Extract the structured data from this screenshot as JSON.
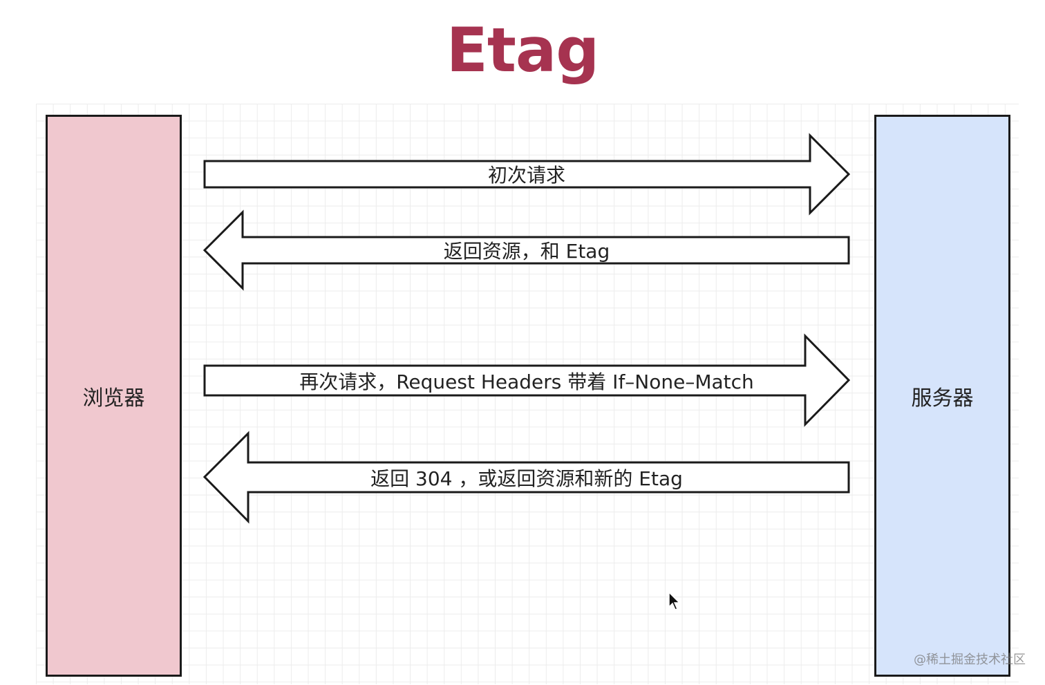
{
  "title": "Etag",
  "colors": {
    "title": "#a63350",
    "browser_fill": "#f0c8cf",
    "server_fill": "#d6e4fb",
    "stroke": "#1a1a1a"
  },
  "actors": {
    "browser": "浏览器",
    "server": "服务器"
  },
  "messages": [
    {
      "label": "初次请求",
      "direction": "browser-to-server"
    },
    {
      "label": "返回资源，和 Etag",
      "direction": "server-to-browser"
    },
    {
      "label": "再次请求，Request Headers 带着 If–None–Match",
      "direction": "browser-to-server"
    },
    {
      "label": "返回 304 ，或返回资源和新的 Etag",
      "direction": "server-to-browser"
    }
  ],
  "watermark": "@稀土掘金技术社区",
  "icons": {
    "cursor": "mouse-pointer-icon"
  }
}
